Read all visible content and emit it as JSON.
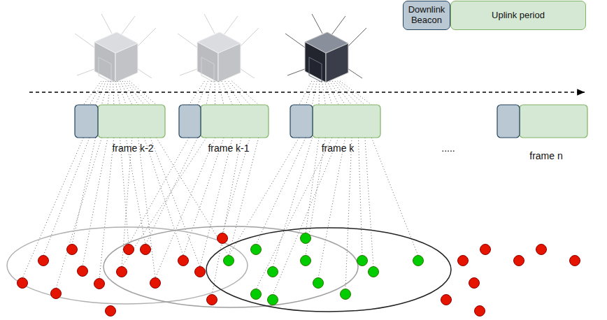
{
  "diagram": {
    "nodes": [
      {
        "text": [
          "Downlink Beacon"
        ]
      },
      {
        "text": [
          "Uplink period"
        ]
      }
    ],
    "labels": [
      "frame k-2",
      "frame k-1",
      "frame k",
      ".....",
      "frame n"
    ]
  }
}
